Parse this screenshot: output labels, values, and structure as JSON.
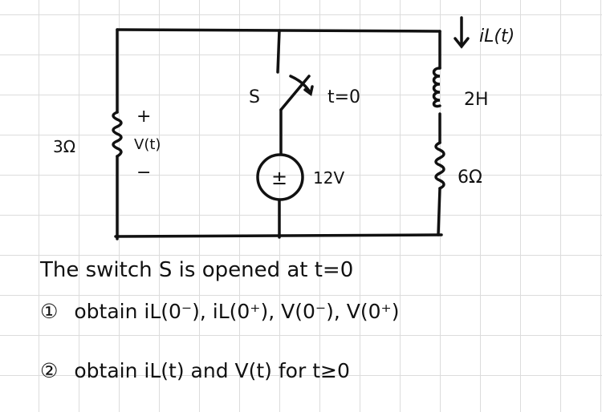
{
  "circuit": {
    "resistor_left": "3Ω",
    "voltage_label": "V(t)",
    "plus": "+",
    "minus": "−",
    "switch_label": "S",
    "switch_time": "t=0",
    "source_value": "12V",
    "source_symbol": "±",
    "current_label": "iL(t)",
    "inductor_value": "2H",
    "resistor_right": "6Ω"
  },
  "problem": {
    "statement": "The switch S is opened at t=0",
    "q1_marker": "①",
    "q1": "obtain iL(0⁻), iL(0⁺), V(0⁻), V(0⁺)",
    "q2_marker": "②",
    "q2": "obtain iL(t) and V(t) for t≥0"
  }
}
